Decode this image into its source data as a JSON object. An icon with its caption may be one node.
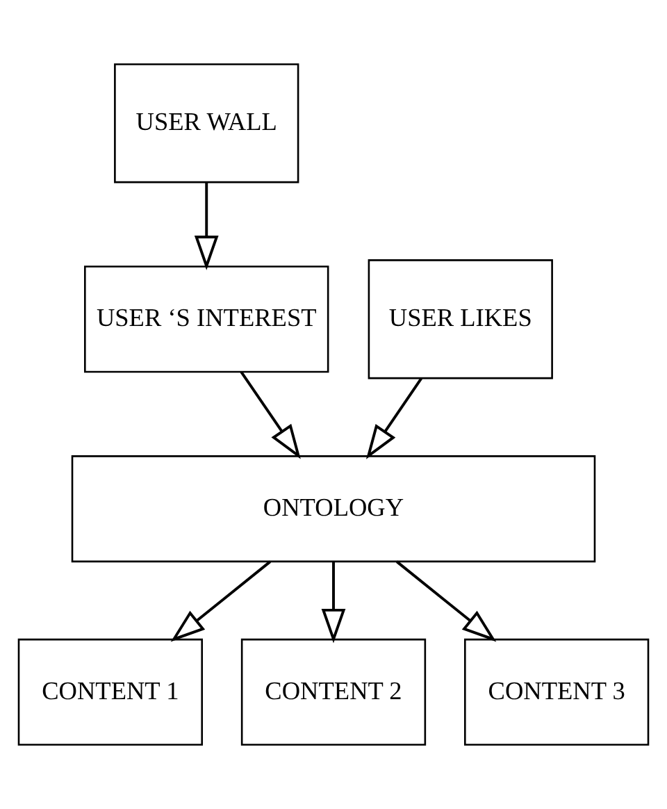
{
  "diagram": {
    "nodes": [
      {
        "text": [
          "USER WALL"
        ]
      },
      {
        "text": [
          "USER ‘S INTEREST"
        ]
      },
      {
        "text": [
          "USER LIKES"
        ]
      },
      {
        "text": [
          "ONTOLOGY"
        ]
      },
      {
        "text": [
          "CONTENT 1"
        ]
      },
      {
        "text": [
          "CONTENT 2"
        ]
      },
      {
        "text": [
          "CONTENT 3"
        ]
      }
    ],
    "edges": [
      {
        "from": 0,
        "to": 1,
        "arrow": "to"
      },
      {
        "from": 1,
        "to": 3,
        "arrow": "to"
      },
      {
        "from": 2,
        "to": 3,
        "arrow": "to"
      },
      {
        "from": 3,
        "to": 4,
        "arrow": "to"
      },
      {
        "from": 3,
        "to": 5,
        "arrow": "to"
      },
      {
        "from": 3,
        "to": 6,
        "arrow": "to"
      }
    ]
  }
}
